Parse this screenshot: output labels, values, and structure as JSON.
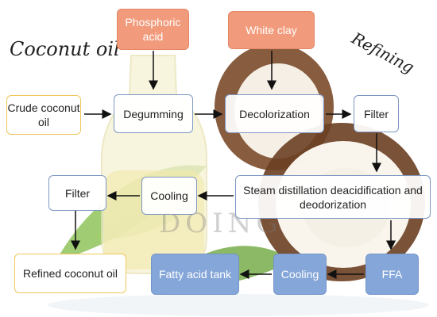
{
  "title_left": "Coconut oil",
  "title_right": "Refining",
  "watermark": "DOING",
  "nodes": {
    "phosphoric_acid": "Phosphoric acid",
    "white_clay": "White clay",
    "crude_oil": "Crude coconut oil",
    "degumming": "Degumming",
    "decolorization": "Decolorization",
    "filter_right": "Filter",
    "steam": "Steam distillation deacidification and deodorization",
    "cooling_mid": "Cooling",
    "filter_left": "Filter",
    "refined_oil": "Refined coconut oil",
    "fatty_acid_tank": "Fatty acid tank",
    "cooling_bottom": "Cooling",
    "ffa": "FFA"
  }
}
